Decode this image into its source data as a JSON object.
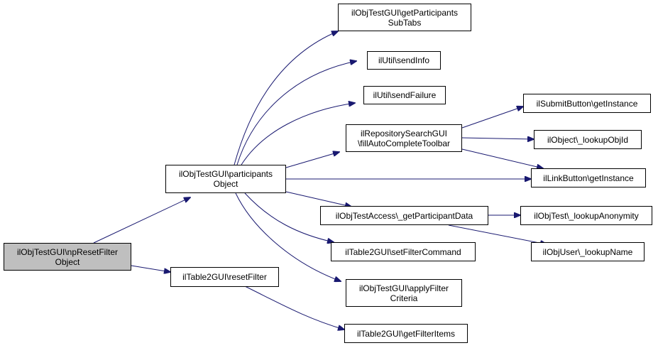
{
  "colors": {
    "edge": "#191970",
    "focus_fill": "#bfbfbf",
    "node_fill": "#ffffff",
    "border": "#000000"
  },
  "nodes": {
    "np_reset_filter": "ilObjTestGUI\\npResetFilter\nObject",
    "participants_object": "ilObjTestGUI\\participants\nObject",
    "reset_filter": "ilTable2GUI\\resetFilter",
    "get_participants_subtabs": "ilObjTestGUI\\getParticipants\nSubTabs",
    "send_info": "ilUtil\\sendInfo",
    "send_failure": "ilUtil\\sendFailure",
    "fill_autocomplete_toolbar": "ilRepositorySearchGUI\n\\fillAutoCompleteToolbar",
    "get_participant_data": "ilObjTestAccess\\_getParticipantData",
    "set_filter_command": "ilTable2GUI\\setFilterCommand",
    "apply_filter_criteria": "ilObjTestGUI\\applyFilter\nCriteria",
    "get_filter_items": "ilTable2GUI\\getFilterItems",
    "submit_button_get_instance": "ilSubmitButton\\getInstance",
    "lookup_obj_id": "ilObject\\_lookupObjId",
    "link_button_get_instance": "ilLinkButton\\getInstance",
    "lookup_anonymity": "ilObjTest\\_lookupAnonymity",
    "lookup_name": "ilObjUser\\_lookupName"
  }
}
